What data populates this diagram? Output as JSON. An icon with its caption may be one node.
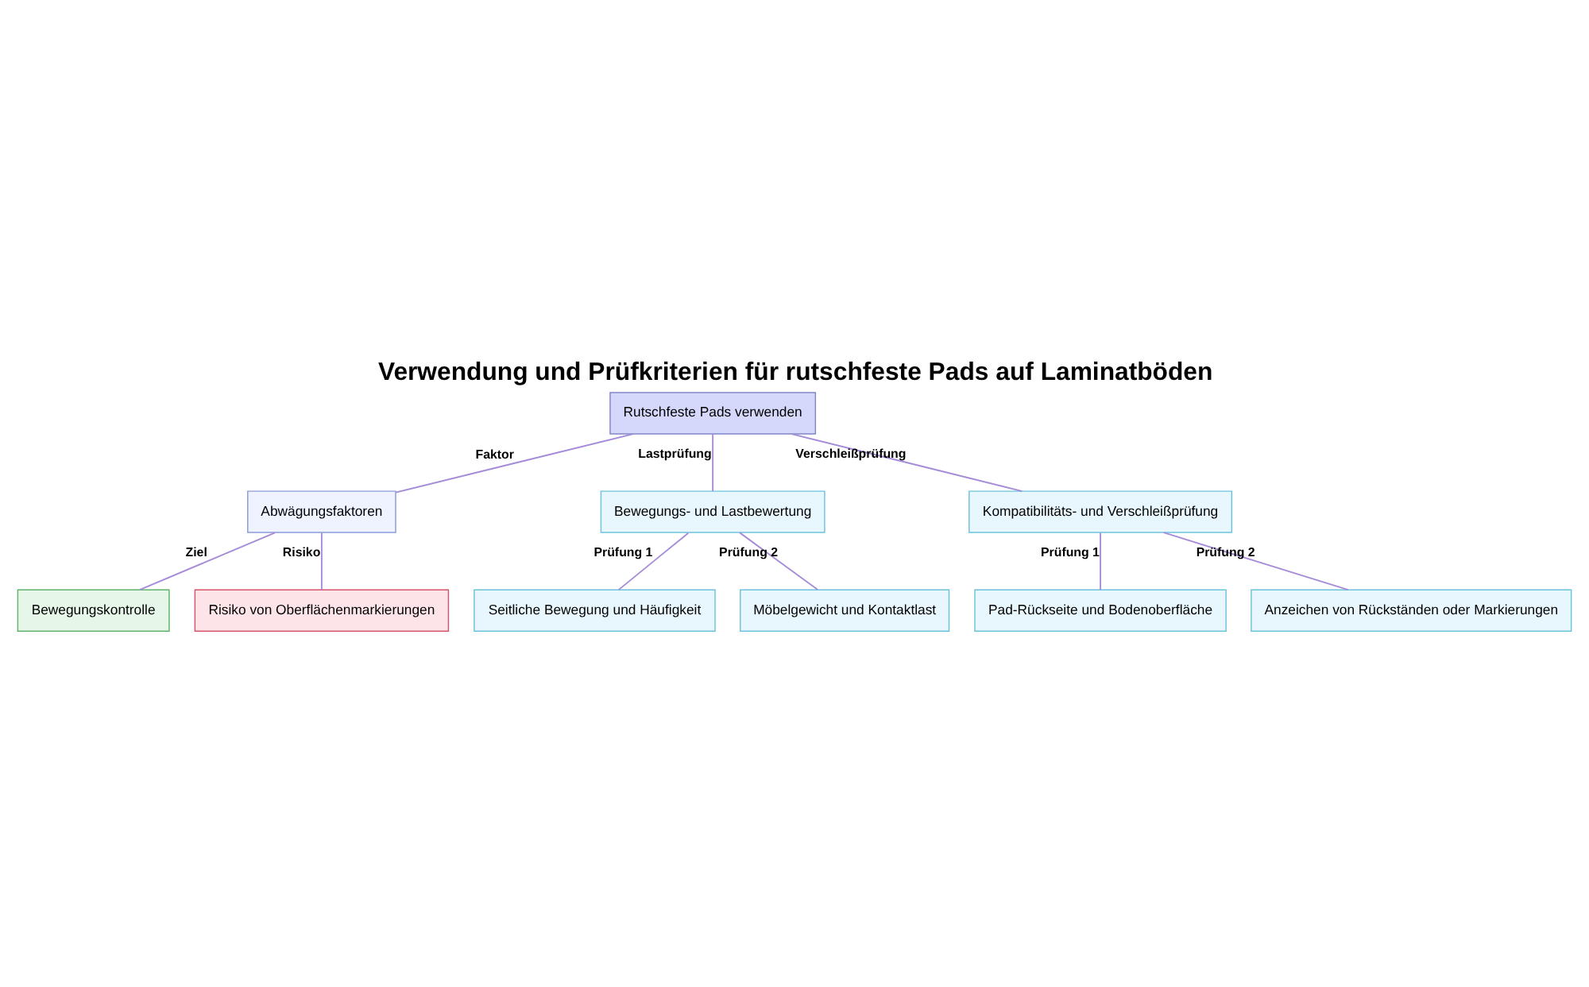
{
  "diagram": {
    "title": "Verwendung und Prüfkriterien für rutschfeste Pads auf Laminatböden",
    "nodes": [
      {
        "text": [
          "Rutschfeste Pads verwenden"
        ]
      },
      {
        "text": [
          "Abwägungsfaktoren"
        ]
      },
      {
        "text": [
          "Bewegungs- und Lastbewertung"
        ]
      },
      {
        "text": [
          "Kompatibilitäts- und Verschleißprüfung"
        ]
      },
      {
        "text": [
          "Bewegungskontrolle"
        ]
      },
      {
        "text": [
          "Risiko von Oberflächenmarkierungen"
        ]
      },
      {
        "text": [
          "Seitliche Bewegung und Häufigkeit"
        ]
      },
      {
        "text": [
          "Möbelgewicht und Kontaktlast"
        ]
      },
      {
        "text": [
          "Pad-Rückseite und Bodenoberfläche"
        ]
      },
      {
        "text": [
          "Anzeichen von Rückständen oder Markierungen"
        ]
      }
    ],
    "edges": [
      {
        "from": 0,
        "to": 1,
        "arrow": "none",
        "label": "Faktor"
      },
      {
        "from": 0,
        "to": 2,
        "arrow": "none",
        "label": "Lastprüfung"
      },
      {
        "from": 0,
        "to": 3,
        "arrow": "none",
        "label": "Verschleißprüfung"
      },
      {
        "from": 1,
        "to": 4,
        "arrow": "none",
        "label": "Ziel"
      },
      {
        "from": 1,
        "to": 5,
        "arrow": "none",
        "label": "Risiko"
      },
      {
        "from": 2,
        "to": 6,
        "arrow": "none",
        "label": "Prüfung 1"
      },
      {
        "from": 2,
        "to": 7,
        "arrow": "none",
        "label": "Prüfung 2"
      },
      {
        "from": 3,
        "to": 8,
        "arrow": "none",
        "label": "Prüfung 1"
      },
      {
        "from": 3,
        "to": 9,
        "arrow": "none",
        "label": "Prüfung 2"
      }
    ]
  }
}
